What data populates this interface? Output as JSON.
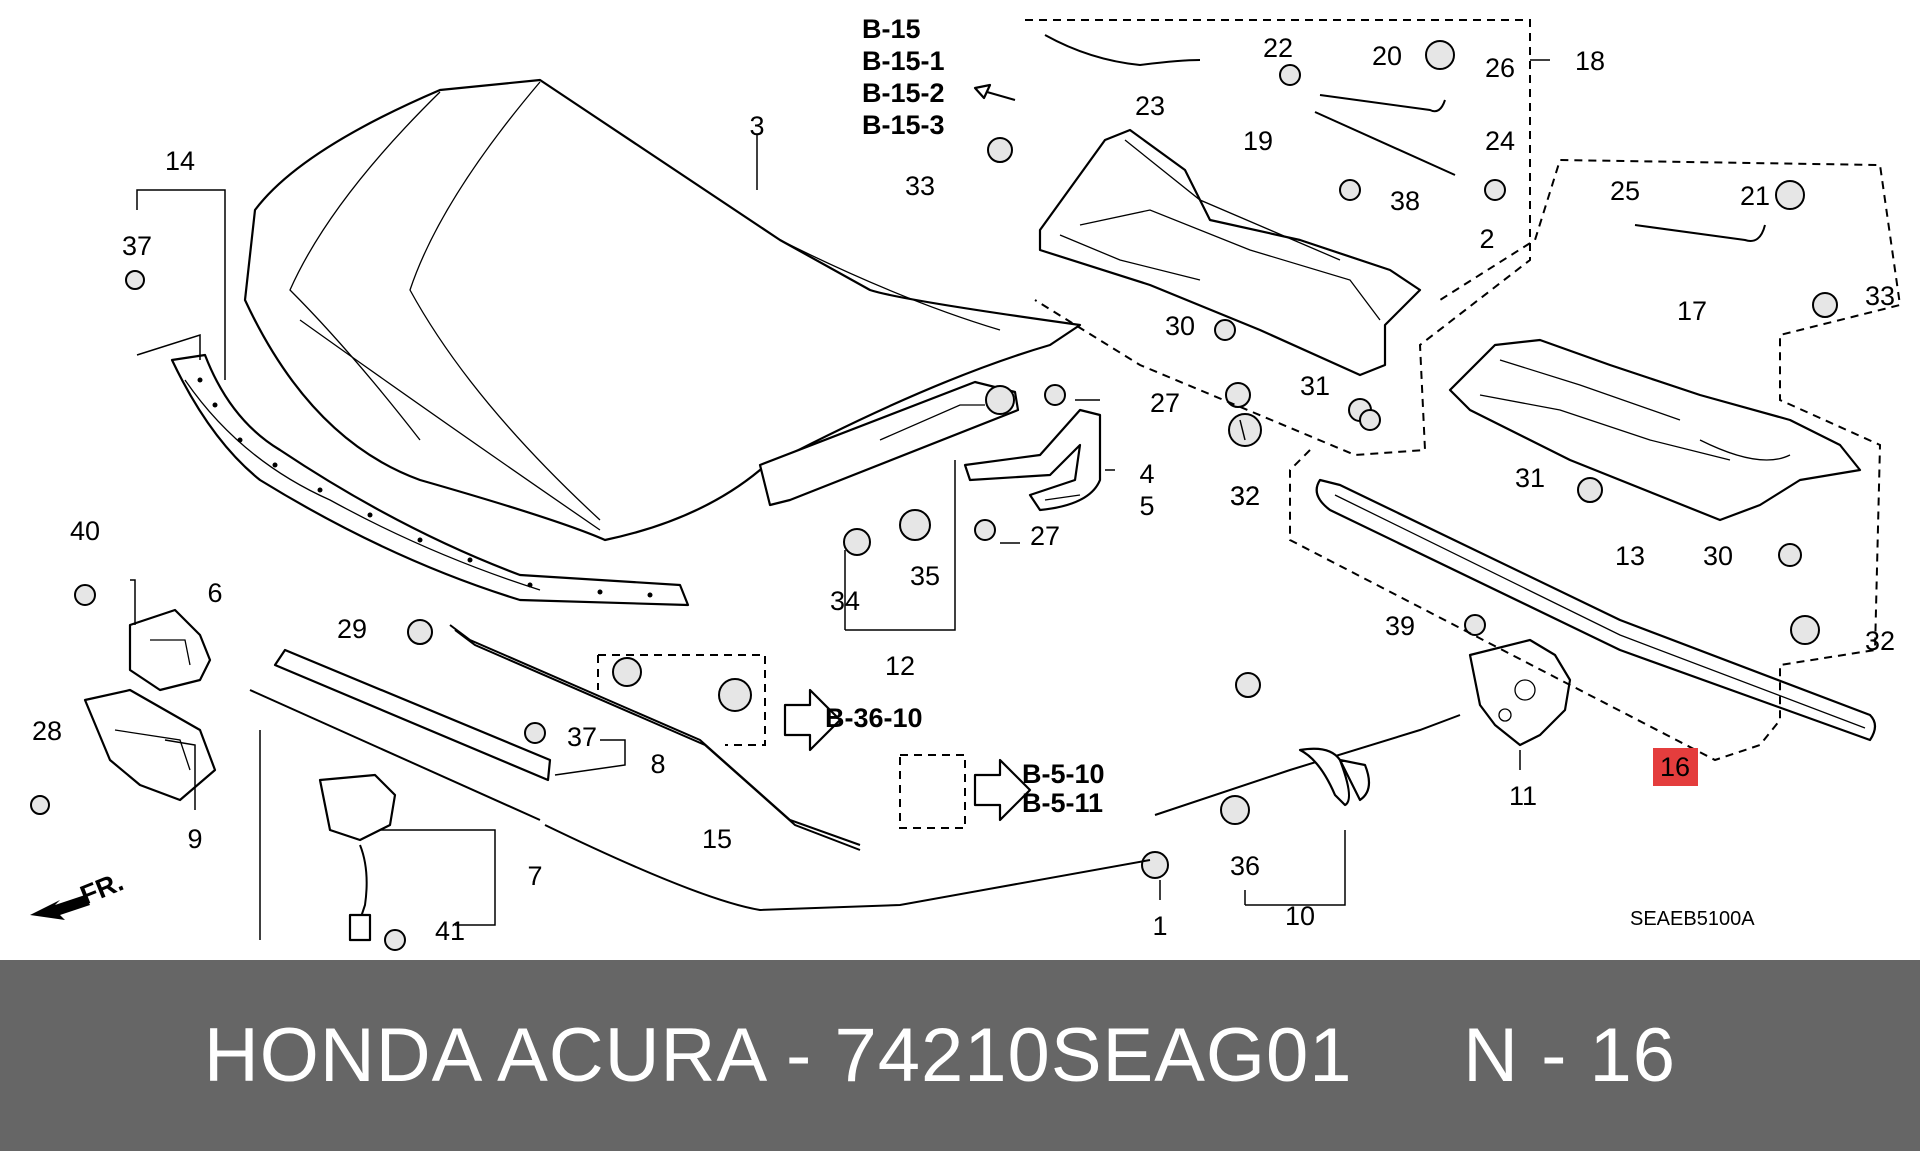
{
  "diagram": {
    "callouts": [
      "1",
      "2",
      "3",
      "4",
      "5",
      "6",
      "7",
      "8",
      "9",
      "10",
      "11",
      "12",
      "13",
      "14",
      "15",
      "17",
      "18",
      "19",
      "20",
      "21",
      "22",
      "23",
      "24",
      "25",
      "26",
      "27",
      "28",
      "29",
      "30",
      "31",
      "32",
      "33",
      "34",
      "35",
      "36",
      "37",
      "38",
      "39",
      "40",
      "41"
    ],
    "highlighted_part": "16",
    "highlight_color": "#e43d3d",
    "references": {
      "b15": "B-15",
      "b15_1": "B-15-1",
      "b15_2": "B-15-2",
      "b15_3": "B-15-3",
      "b36_10": "B-36-10",
      "b5_10": "B-5-10",
      "b5_11": "B-5-11"
    },
    "diagram_code": "SEAEB5100A",
    "direction_label": "FR."
  },
  "footer": {
    "text": "HONDA ACURA - 74210SEAG01     N - 16",
    "background": "#666666"
  }
}
